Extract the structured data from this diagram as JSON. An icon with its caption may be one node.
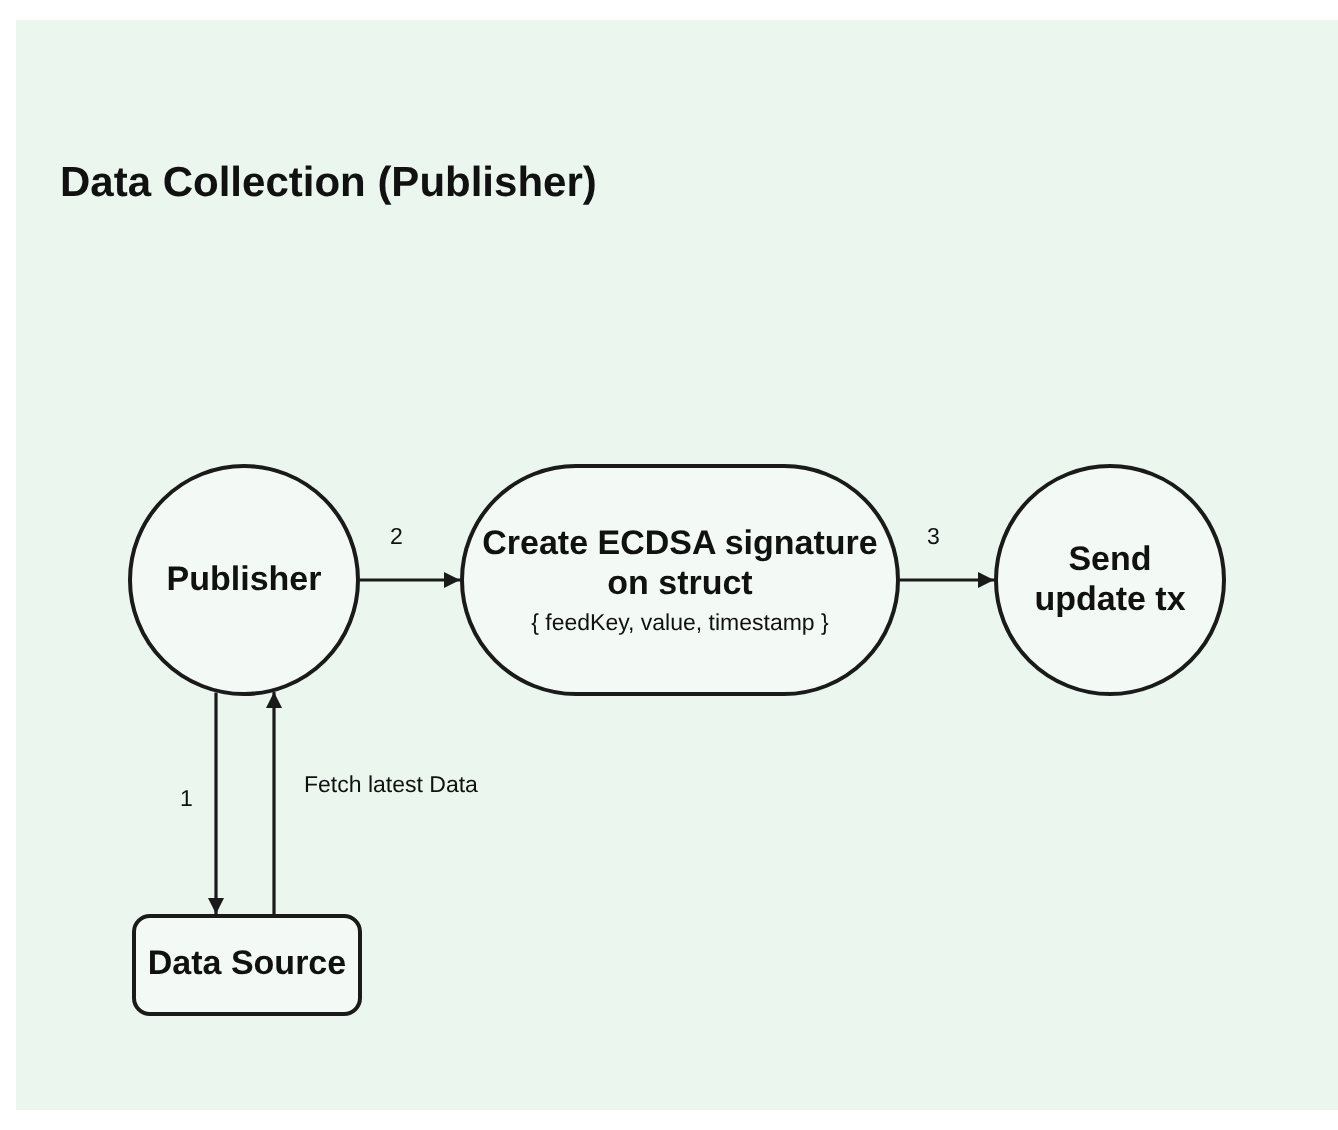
{
  "diagram": {
    "title": "Data Collection (Publisher)",
    "nodes": [
      {
        "text": [
          "Publisher"
        ]
      },
      {
        "text": [
          "Create ECDSA signature on struct",
          "{ feedKey, value, timestamp }"
        ]
      },
      {
        "text": [
          "Send update tx"
        ]
      },
      {
        "text": [
          "Data Source"
        ]
      }
    ],
    "edges": [
      {
        "from": 0,
        "to": 3,
        "arrow": "to",
        "label": "1"
      },
      {
        "from": 3,
        "to": 0,
        "arrow": "to",
        "label": "Fetch latest Data"
      },
      {
        "from": 0,
        "to": 1,
        "arrow": "to",
        "label": "2"
      },
      {
        "from": 1,
        "to": 2,
        "arrow": "to",
        "label": "3"
      }
    ]
  }
}
